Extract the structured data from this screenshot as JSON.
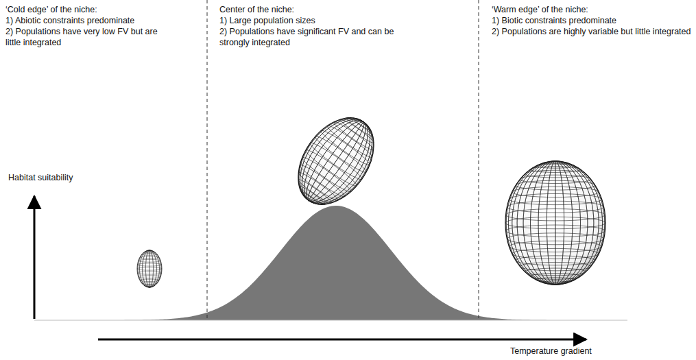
{
  "diagram": {
    "labels": [
      "‘Cold edge’ of the niche:",
      "1) Abiotic constraints predominate",
      "2) Populations have very low FV but are little integrated",
      "Center of the niche:",
      "1) Large population sizes",
      "2) Populations have significant FV and can be strongly integrated",
      "‘Warm edge’ of the niche:",
      "1) Biotic constraints predominate",
      "2) Populations are highly variable but little integrated",
      "Habitat suitability",
      "Temperature gradient"
    ]
  }
}
